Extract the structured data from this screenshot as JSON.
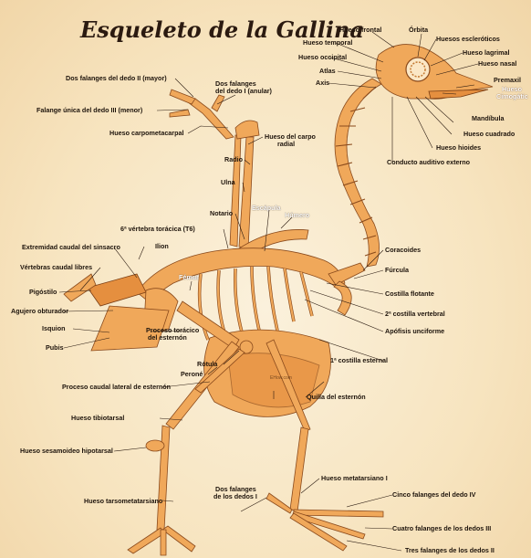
{
  "title": "Esqueleto de la Gallina",
  "labels": {
    "hueso_frontal": "Hueso frontal",
    "orbita": "Órbita",
    "huesos_escleroticos": "Huesos escleróticos",
    "hueso_temporal": "Hueso temporal",
    "hueso_lagrimal": "Hueso lagrimal",
    "hueso_occipital": "Hueso occipital",
    "hueso_nasal": "Hueso nasal",
    "atlas": "Atlas",
    "premaxilar": "Premaxil",
    "axis": "Axis",
    "hueso_cimogatico_1": "Hueso",
    "hueso_cimogatico_2": "Cimogátic",
    "mandibula": "Mandíbula",
    "hueso_cuadrado": "Hueso cuadrado",
    "hueso_hioides": "Hueso hioides",
    "conducto_auditivo": "Conducto auditivo externo",
    "dos_falanges_dedo_ii": "Dos falanges del dedo II (mayor)",
    "dos_falanges_anular_1": "Dos falanges",
    "dos_falanges_anular_2": "del dedo I (anular)",
    "falange_unica_dedo_iii": "Falange única del dedo III (menor)",
    "hueso_carpometacarpal": "Hueso carpometacarpal",
    "hueso_carpo_radial_1": "Hueso del carpo",
    "hueso_carpo_radial_2": "radial",
    "radio": "Radio",
    "ulna": "Ulna",
    "notario": "Notario",
    "escapula": "Escápula",
    "humero": "Húmero",
    "vertebra_toracica": "6ª vértebra torácica (T6)",
    "ilion": "Ilion",
    "extremidad_sinsacro": "Extremidad caudal del sinsacro",
    "vertebras_caudal": "Vértebras caudal libres",
    "coracoides": "Coracoides",
    "furcula": "Fúrcula",
    "pigostilo": "Pigóstilo",
    "costilla_flotante": "Costilla flotante",
    "agujero_obturador": "Agujero obturador",
    "costilla_vertebral": "2ª costilla vertebral",
    "isquion": "Isquion",
    "femur": "Fémur",
    "apofisis_unciforme": "Apófisis unciforme",
    "pubis": "Pubis",
    "proceso_toracico_1": "Proceso torácico",
    "proceso_toracico_2": "del esternón",
    "costilla_esternal": "1ª costilla esternal",
    "rotula": "Rótula",
    "perone": "Peroné",
    "proceso_caudal_lateral": "Proceso caudal lateral de esternón",
    "quilla": "Quilla del esternón",
    "hueso_tibiotarsal": "Hueso tibiotarsal",
    "hueso_sesamoideo": "Hueso sesamoideo hipotarsal",
    "hueso_metatarsiano": "Hueso metatarsiano I",
    "dos_falanges_dedos_1": "Dos falanges",
    "dos_falanges_dedos_2": "de los dedos I",
    "cinco_falanges": "Cinco falanges del dedo IV",
    "hueso_tarsometatarsiano": "Hueso tarsometatarsiano",
    "cuatro_falanges": "Cuatro falanges de los dedos III",
    "tres_falanges": "Tres falanges de los dedos II",
    "watermark": "EHow.com"
  },
  "colors": {
    "bone": "#f0a85a",
    "bone_outline": "#8a4a1c",
    "background": "#f7e4bf",
    "label_text": "#1e140c"
  }
}
